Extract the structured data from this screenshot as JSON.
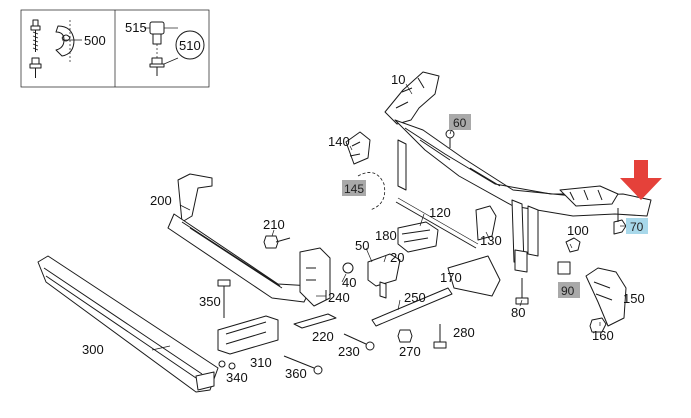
{
  "colors": {
    "arrow": "#e5413a",
    "grey_highlight": "#a9a9a9",
    "blue_highlight": "#a8d8ea",
    "line": "#1a1a1a"
  },
  "legend_box": {
    "left_panel_label": "500",
    "right_panel_labels": [
      "515",
      "510"
    ]
  },
  "part_labels": {
    "p10": "10",
    "p60": "60",
    "p140": "140",
    "p145": "145",
    "p70": "70",
    "p200": "200",
    "p120": "120",
    "p210": "210",
    "p180": "180",
    "p130": "130",
    "p100": "100",
    "p50": "50",
    "p20": "20",
    "p40": "40",
    "p170": "170",
    "p90": "90",
    "p150": "150",
    "p350": "350",
    "p240": "240",
    "p250": "250",
    "p80": "80",
    "p300": "300",
    "p220": "220",
    "p280": "280",
    "p160": "160",
    "p310": "310",
    "p230": "230",
    "p270": "270",
    "p340": "340",
    "p360": "360"
  },
  "highlighted_parts": {
    "grey": [
      "60",
      "145",
      "90"
    ],
    "blue": [
      "70"
    ]
  },
  "arrow_icon": "red-down-arrow"
}
